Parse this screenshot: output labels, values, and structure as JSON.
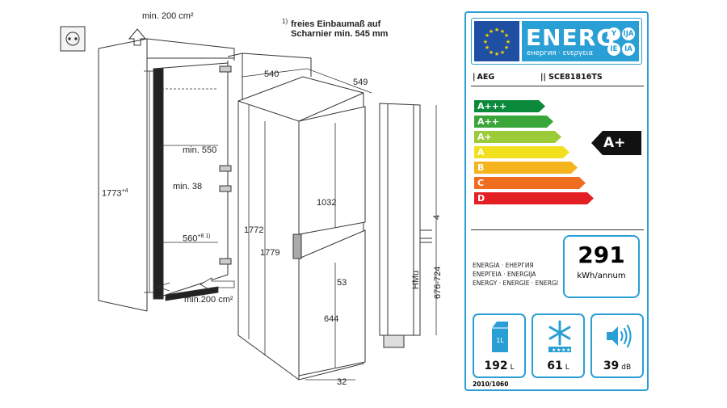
{
  "diagram": {
    "vent_top": "min. 200 cm²",
    "hinge_note_mark": "1)",
    "hinge_note_line1": "freies Einbaumaß auf",
    "hinge_note_line2": "Scharnier min. 545 mm",
    "dim_540": "540",
    "dim_549": "549",
    "dim_min550": "min. 550",
    "dim_min38": "min. 38",
    "dim_1773": "1773",
    "dim_1773_sup": "+4",
    "dim_560": "560",
    "dim_560_sup": "+8 1)",
    "dim_1772": "1772",
    "dim_1779": "1779",
    "dim_1032": "1032",
    "dim_53": "53",
    "dim_644": "644",
    "dim_32": "32",
    "dim_4": "4",
    "dim_hmu": "HMu",
    "dim_hmu_range": "676-724",
    "vent_bottom": "min.200 cm²"
  },
  "energy_label": {
    "title": "ENERG",
    "subtitle": "енергия · ενεργεια",
    "badges": [
      "Y",
      "IJA",
      "IE",
      "IA"
    ],
    "supplier": "AEG",
    "model": "SCE81816TS",
    "classes": [
      {
        "label": "A+++",
        "color": "#0a8a3a"
      },
      {
        "label": "A++",
        "color": "#3aa63a"
      },
      {
        "label": "A+",
        "color": "#9ccb3a"
      },
      {
        "label": "A",
        "color": "#f2e01f"
      },
      {
        "label": "B",
        "color": "#f5b41d"
      },
      {
        "label": "C",
        "color": "#ee6d1f"
      },
      {
        "label": "D",
        "color": "#e41f24"
      }
    ],
    "current_class": "A+",
    "energy_words_1": "ENERGIA · ЕНЕРГИЯ",
    "energy_words_2": "ΕΝΕΡΓΕΙΑ · ENERGIJA",
    "energy_words_3": "ENERGY · ENERGIE · ENERGI",
    "consumption_value": "291",
    "consumption_unit": "kWh/annum",
    "fresh_volume": "192",
    "fresh_unit": "L",
    "frozen_volume": "61",
    "frozen_unit": "L",
    "noise": "39",
    "noise_unit": "dB",
    "regulation": "2010/1060",
    "milk_text": "1L"
  }
}
